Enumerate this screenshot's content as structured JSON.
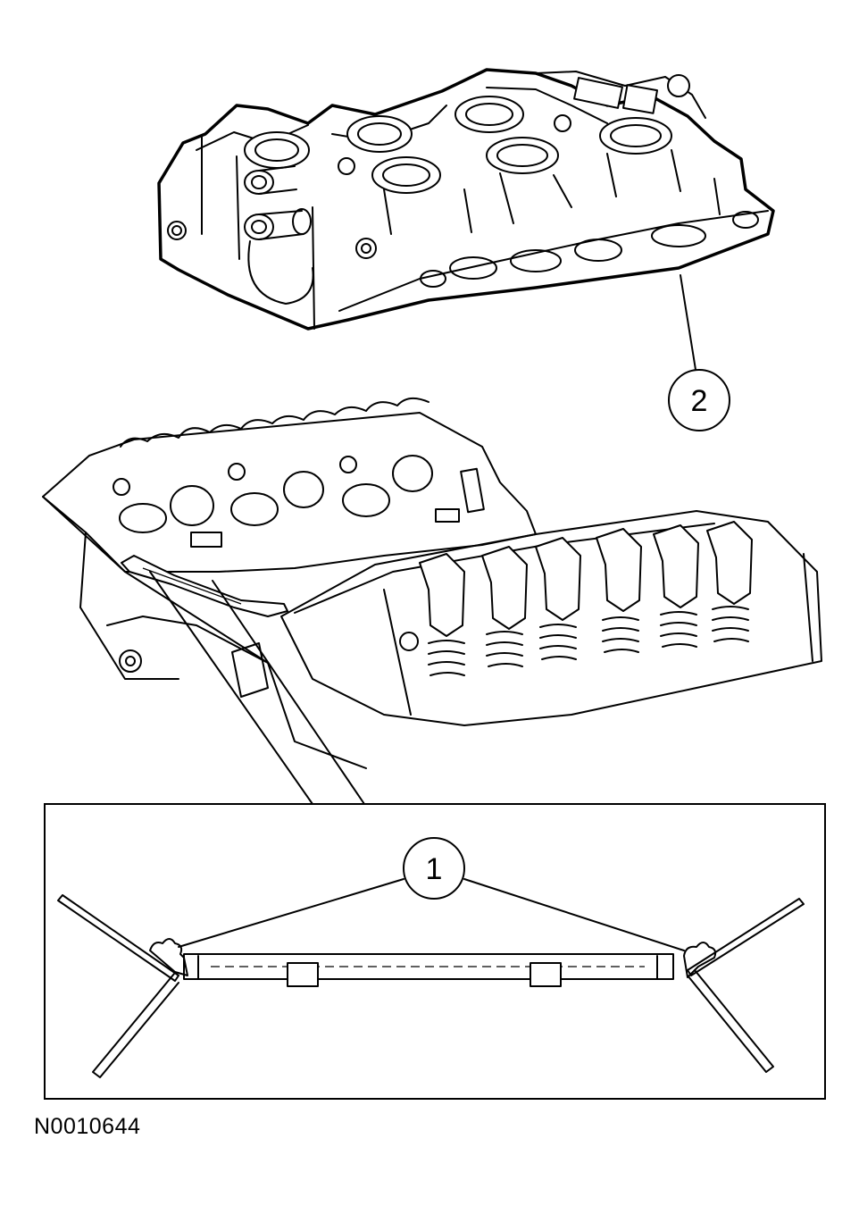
{
  "callouts": [
    {
      "id": "callout-1",
      "label": "1"
    },
    {
      "id": "callout-2",
      "label": "2"
    }
  ],
  "figure_id": "N0010644"
}
